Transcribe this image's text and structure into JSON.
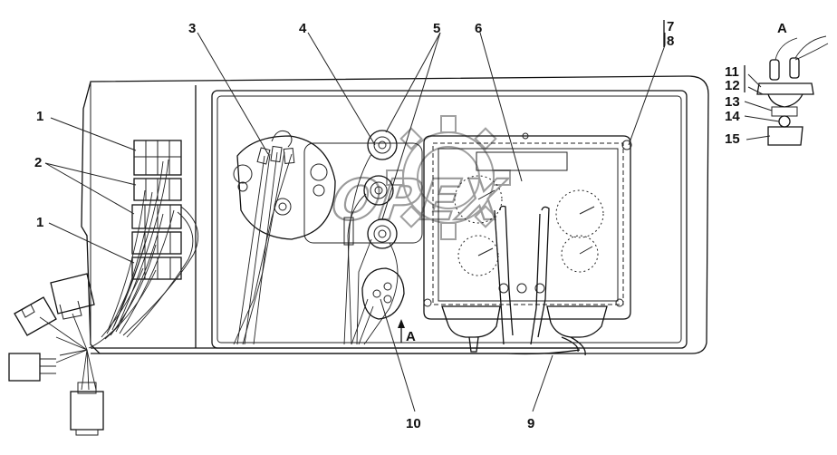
{
  "labels": {
    "n1a": "1",
    "n2": "2",
    "n1b": "1",
    "n3": "3",
    "n4": "4",
    "n5": "5",
    "n6": "6",
    "n7": "7",
    "n8": "8",
    "n9": "9",
    "n10": "10",
    "nA_view": "A",
    "nA_arrow": "A",
    "n11": "11",
    "n12": "12",
    "n13": "13",
    "n14": "14",
    "n15": "15"
  },
  "watermark": {
    "text": "OPEX"
  },
  "icons": {
    "watermark_gear": "gear-icon",
    "view_arrow": "arrow-up-icon"
  }
}
